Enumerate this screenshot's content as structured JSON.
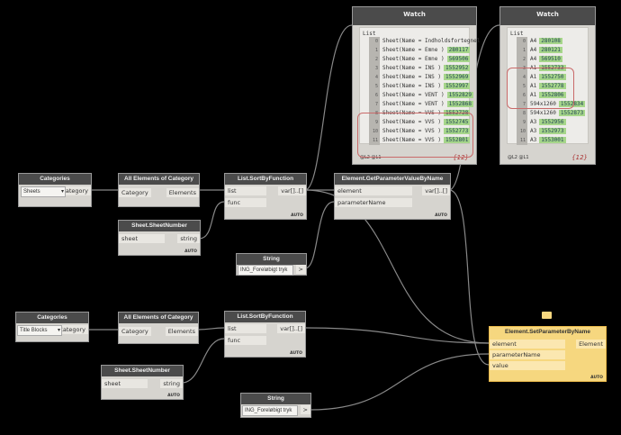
{
  "watch1": {
    "title": "Watch",
    "list_label": "List",
    "footer": "@L2 @L1",
    "count": "{12}",
    "rows": [
      [
        "0",
        "Sheet(Name = Indholdsfortegnel",
        ""
      ],
      [
        "1",
        "Sheet(Name = Emne )",
        "280117"
      ],
      [
        "2",
        "Sheet(Name = Emne )",
        "569506"
      ],
      [
        "3",
        "Sheet(Name = INS )",
        "1552952"
      ],
      [
        "4",
        "Sheet(Name = INS )",
        "1552969"
      ],
      [
        "5",
        "Sheet(Name = INS )",
        "1552997"
      ],
      [
        "6",
        "Sheet(Name = VENT )",
        "1552829"
      ],
      [
        "7",
        "Sheet(Name = VENT )",
        "1552868"
      ],
      [
        "8",
        "Sheet(Name = VVS )",
        "1552728"
      ],
      [
        "9",
        "Sheet(Name = VVS )",
        "1552745"
      ],
      [
        "10",
        "Sheet(Name = VVS )",
        "1552773"
      ],
      [
        "11",
        "Sheet(Name = VVS )",
        "1552801"
      ]
    ]
  },
  "watch2": {
    "title": "Watch",
    "list_label": "List",
    "footer": "@L2 @L1",
    "count": "{12}",
    "rows": [
      [
        "0",
        "A4",
        "280108"
      ],
      [
        "1",
        "A4",
        "280121"
      ],
      [
        "2",
        "A4",
        "569510"
      ],
      [
        "3",
        "A1",
        "1552733"
      ],
      [
        "4",
        "A1",
        "1552750"
      ],
      [
        "5",
        "A1",
        "1552778"
      ],
      [
        "6",
        "A1",
        "1552806"
      ],
      [
        "7",
        "594x1260",
        "1552834"
      ],
      [
        "8",
        "594x1260",
        "1552873"
      ],
      [
        "9",
        "A3",
        "1552956"
      ],
      [
        "10",
        "A3",
        "1552973"
      ],
      [
        "11",
        "A3",
        "1553001"
      ]
    ]
  },
  "cat1": {
    "title": "Categories",
    "value": "Sheets",
    "out": "Category"
  },
  "cat2": {
    "title": "Categories",
    "value": "Title Blocks",
    "out": "Category"
  },
  "all1": {
    "title": "All Elements of Category",
    "in": "Category",
    "out": "Elements"
  },
  "all2": {
    "title": "All Elements of Category",
    "in": "Category",
    "out": "Elements"
  },
  "sort1": {
    "title": "List.SortByFunction",
    "in1": "list",
    "in2": "func",
    "out": "var[]..[]",
    "lacing": "AUTO"
  },
  "sort2": {
    "title": "List.SortByFunction",
    "in1": "list",
    "in2": "func",
    "out": "var[]..[]",
    "lacing": "AUTO"
  },
  "num1": {
    "title": "Sheet.SheetNumber",
    "in": "sheet",
    "out": "string",
    "lacing": "AUTO"
  },
  "num2": {
    "title": "Sheet.SheetNumber",
    "in": "sheet",
    "out": "string",
    "lacing": "AUTO"
  },
  "str1": {
    "title": "String",
    "value": "ING_Foreløbigt tryk",
    "out": ">"
  },
  "str2": {
    "title": "String",
    "value": "ING_Foreløbigt tryk",
    "out": ">"
  },
  "get": {
    "title": "Element.GetParameterValueByName",
    "in1": "element",
    "in2": "parameterName",
    "out": "var[]..[]",
    "lacing": "AUTO"
  },
  "set": {
    "title": "Element.SetParameterByName",
    "in1": "element",
    "in2": "parameterName",
    "in3": "value",
    "out": "Element",
    "lacing": "AUTO"
  }
}
